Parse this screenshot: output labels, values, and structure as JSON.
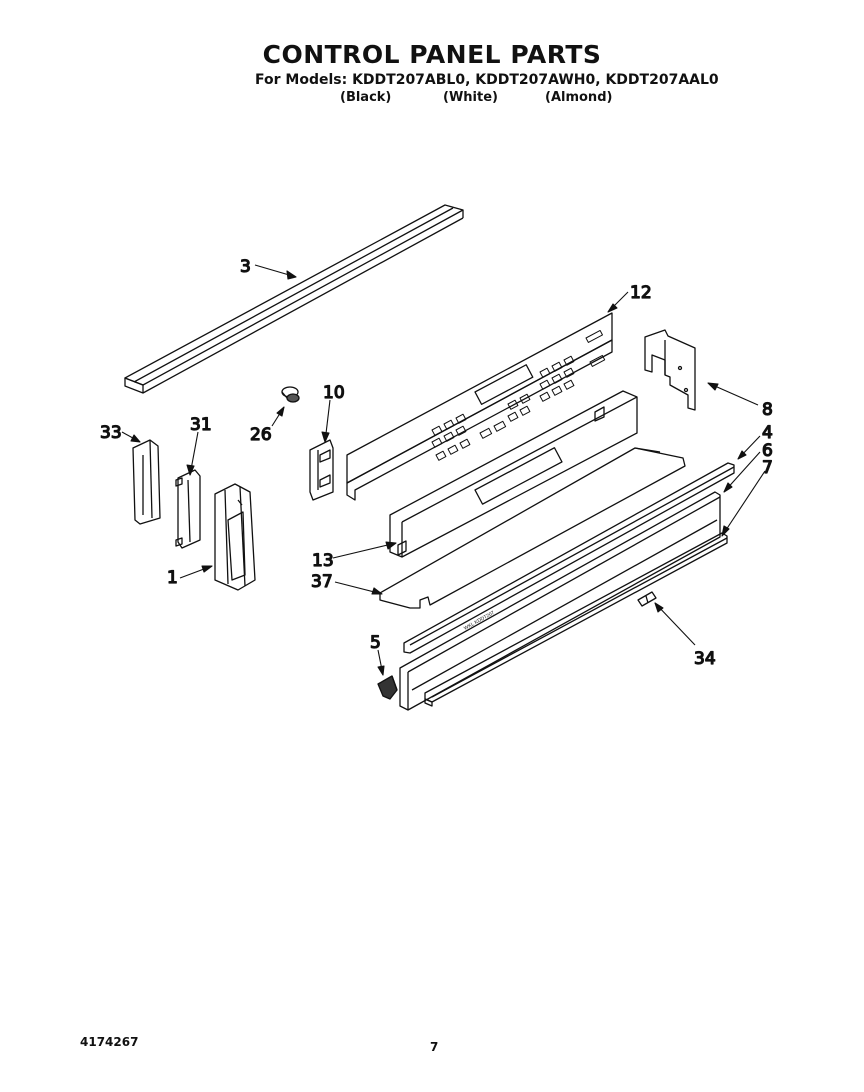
{
  "header": {
    "title": "CONTROL PANEL PARTS",
    "models_line": "For Models: KDDT207ABL0, KDDT207AWH0, KDDT207AAL0",
    "colors": [
      "(Black)",
      "(White)",
      "(Almond)"
    ]
  },
  "callouts": {
    "c3": "3",
    "c12": "12",
    "c10": "10",
    "c26": "26",
    "c33": "33",
    "c31": "31",
    "c8": "8",
    "c4": "4",
    "c6": "6",
    "c7": "7",
    "c1": "1",
    "c13": "13",
    "c37": "37",
    "c5": "5",
    "c34": "34"
  },
  "footer": {
    "doc_number": "4174267",
    "page_number": "7"
  }
}
